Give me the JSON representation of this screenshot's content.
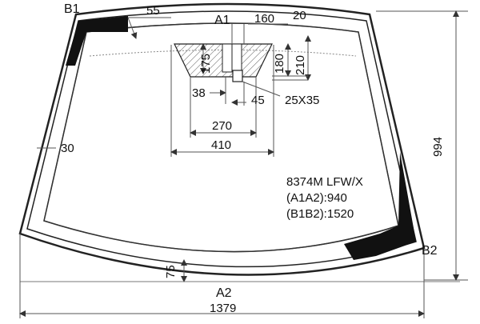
{
  "points": {
    "b1": "B1",
    "a1": "A1",
    "b2": "B2",
    "a2": "A2"
  },
  "dimensions": {
    "d55": "55",
    "d160": "160",
    "d20": "20",
    "d175": "175",
    "d180": "180",
    "d210": "210",
    "d38": "38",
    "d45": "45",
    "d25x35": "25X35",
    "d270": "270",
    "d410": "410",
    "d30": "30",
    "d994": "994",
    "d75": "75",
    "d1379": "1379"
  },
  "info": {
    "code": "8374M LFW/X",
    "a1a2": "(A1A2):940",
    "b1b2": "(B1B2):1520"
  },
  "colors": {
    "line": "#222222",
    "glass_frit": "#111111",
    "dim_line": "#555555"
  }
}
